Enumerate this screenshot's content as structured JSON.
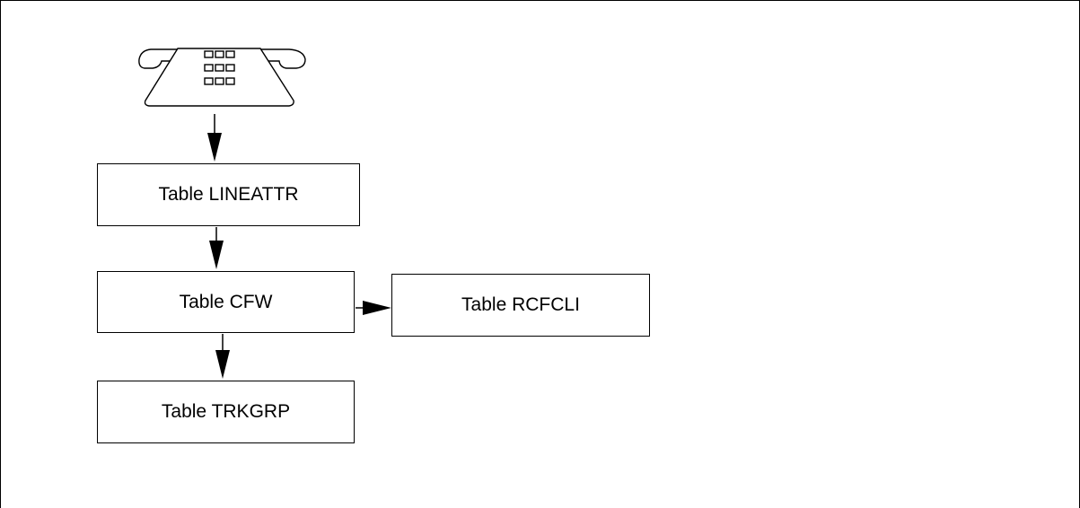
{
  "nodes": {
    "lineattr": "Table LINEATTR",
    "cfw": "Table CFW",
    "rcfcli": "Table RCFCLI",
    "trkgrp": "Table TRKGRP"
  },
  "icons": {
    "phone": "telephone-icon"
  }
}
